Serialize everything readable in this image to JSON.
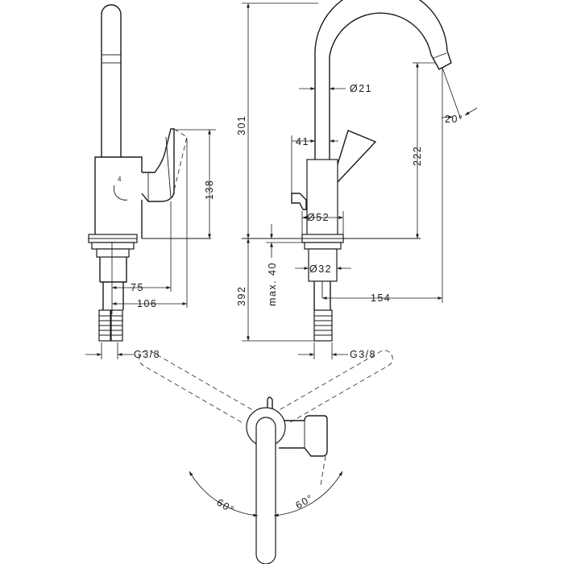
{
  "dimensions": {
    "d75": "75",
    "d106": "106",
    "d138": "138",
    "g38_left": "G3/8",
    "d301": "301",
    "d392": "392",
    "max40": "max. 40",
    "d21": "Ø21",
    "d20deg": "20°",
    "d41": "41",
    "d222": "222",
    "d52": "Ø52",
    "d32": "Ø32",
    "d154": "154",
    "g38_right": "G3/8",
    "angle_left": "60°",
    "angle_right": "60°"
  }
}
